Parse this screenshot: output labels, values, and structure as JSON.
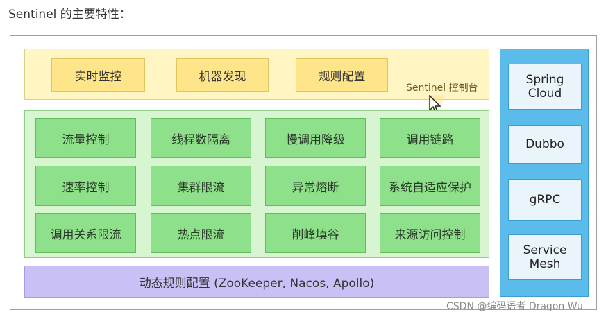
{
  "title": "Sentinel 的主要特性：",
  "console": {
    "buttons": [
      "实时监控",
      "机器发现",
      "规则配置"
    ],
    "label": "Sentinel 控制台"
  },
  "features": [
    [
      "流量控制",
      "线程数隔离",
      "慢调用降级",
      "调用链路"
    ],
    [
      "速率控制",
      "集群限流",
      "异常熔断",
      "系统自适应保护"
    ],
    [
      "调用关系限流",
      "热点限流",
      "削峰填谷",
      "来源访问控制"
    ]
  ],
  "rule_bar": "动态规则配置 (ZooKeeper, Nacos, Apollo)",
  "integrations": [
    "Spring\nCloud",
    "Dubbo",
    "gRPC",
    "Service\nMesh"
  ],
  "watermark": "CSDN @编码语者 Dragon Wu",
  "colors": {
    "console_bg": "#fff6c4",
    "console_button": "#ffe58a",
    "features_bg": "#d7f5d1",
    "feature_cell": "#8fe08a",
    "rule_bar": "#c9c0f5",
    "integrations_bg": "#5bbcec",
    "integration_box": "#eaf4fb"
  },
  "icons": {
    "cursor": "mouse-pointer-icon"
  }
}
